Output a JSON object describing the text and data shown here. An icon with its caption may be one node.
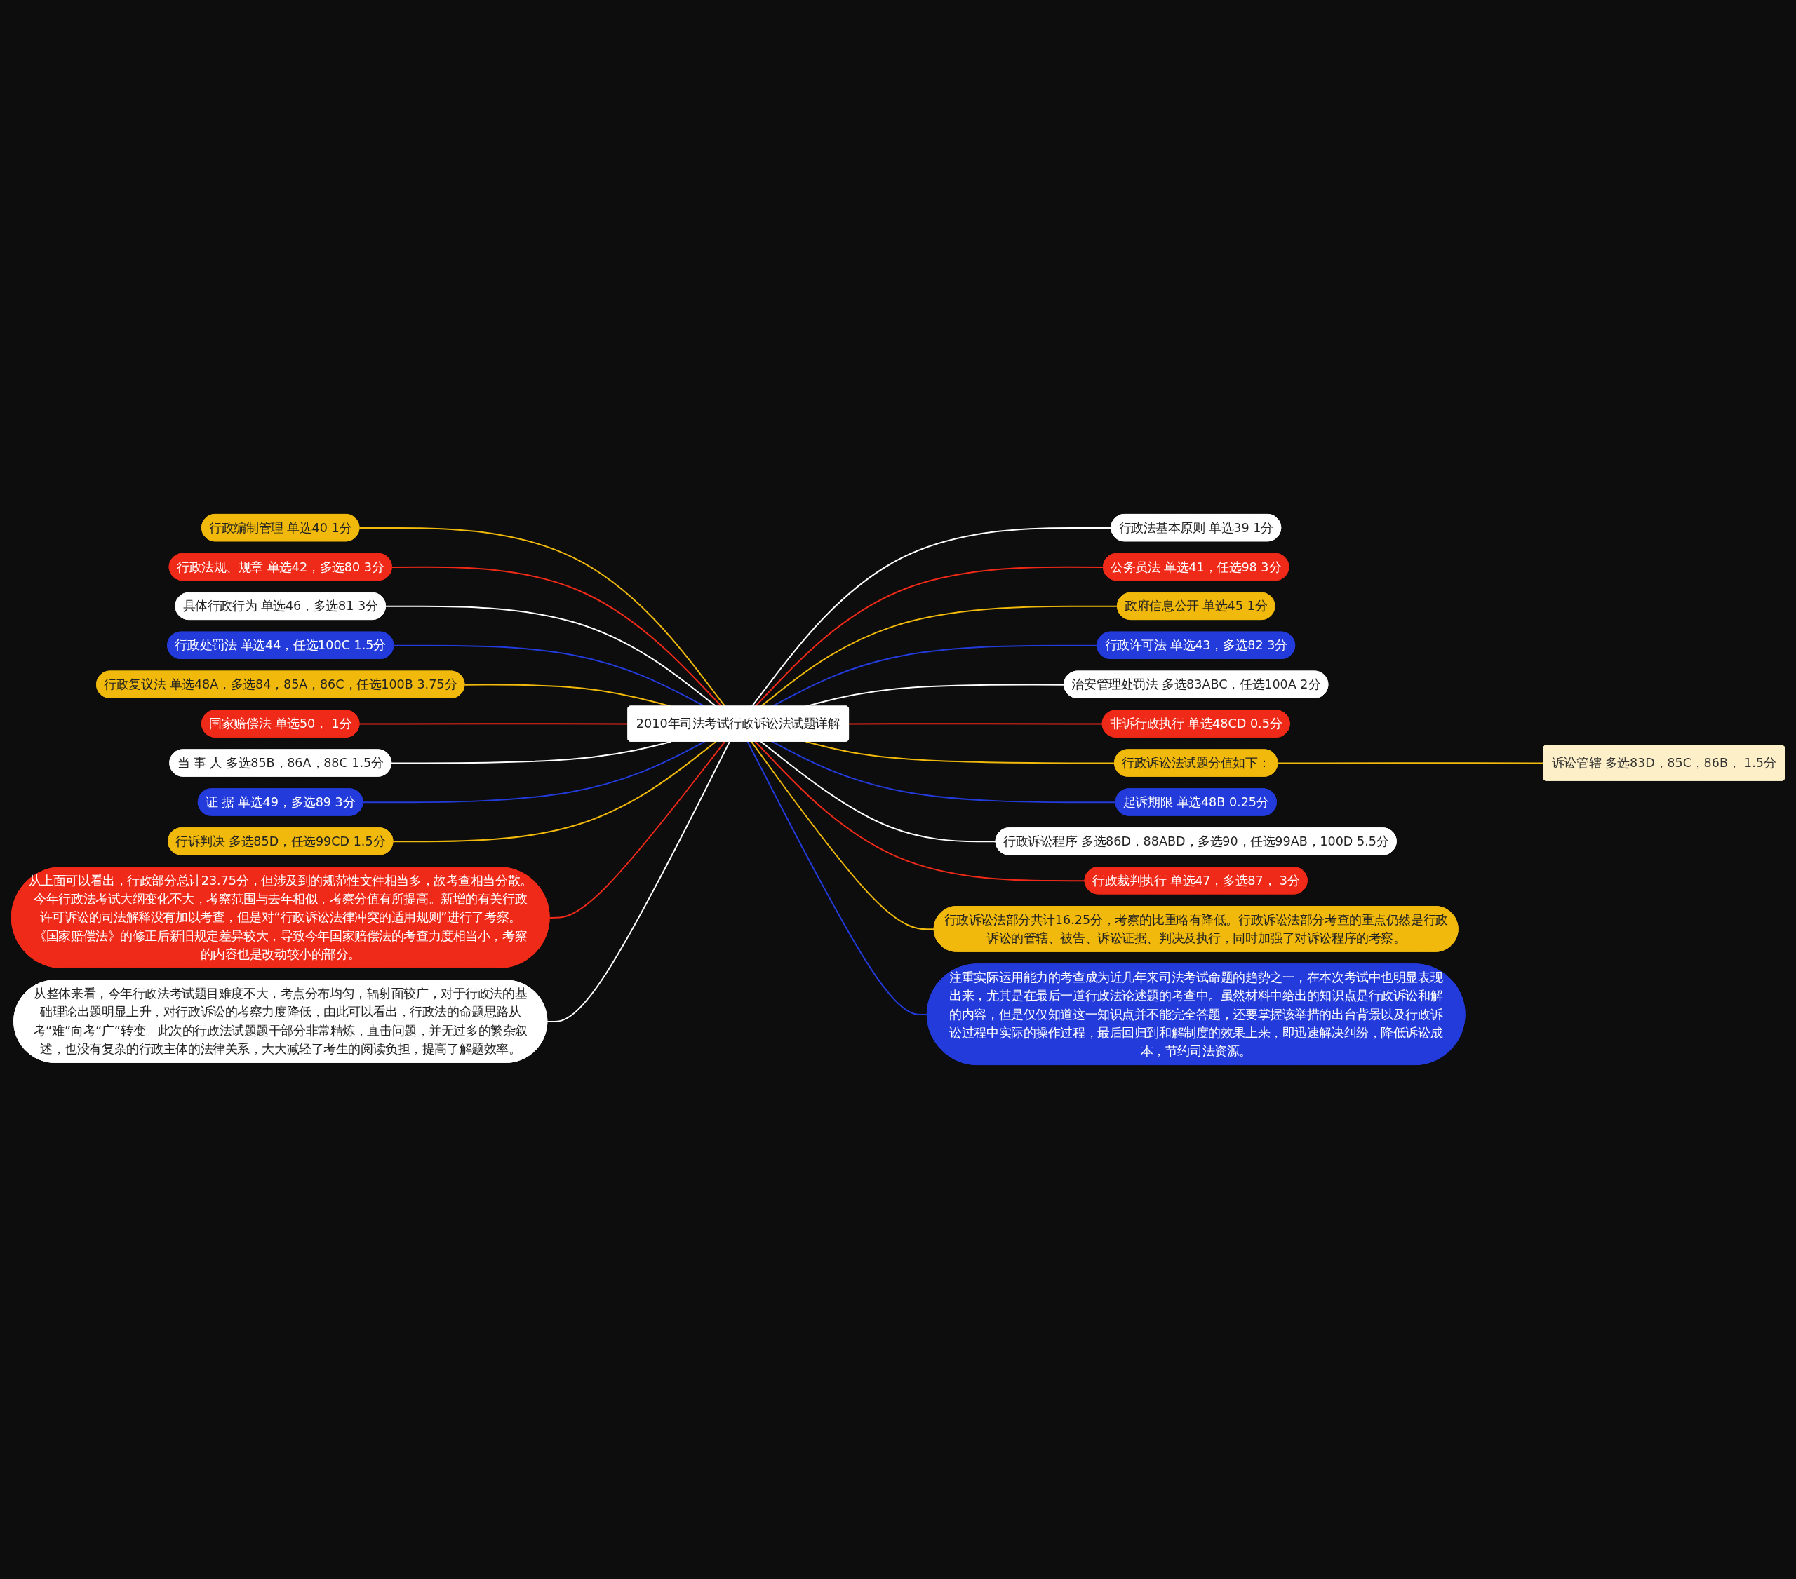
{
  "diagram": {
    "nodes": [
      {
        "text": [
          "2010年司法考试行政诉讼法试题详解"
        ]
      },
      {
        "text": [
          "行政编制管理 单选40 1分"
        ]
      },
      {
        "text": [
          "行政法规、规章 单选42，多选80 3分"
        ]
      },
      {
        "text": [
          "具体行政行为 单选46，多选81 3分"
        ]
      },
      {
        "text": [
          "行政处罚法 单选44，任选100C 1.5分"
        ]
      },
      {
        "text": [
          "行政复议法 单选48A，多选84，85A，86C，任选100B 3.75分"
        ]
      },
      {
        "text": [
          "国家赔偿法 单选50， 1分"
        ]
      },
      {
        "text": [
          "当 事 人 多选85B，86A，88C 1.5分"
        ]
      },
      {
        "text": [
          "证 据 单选49，多选89 3分"
        ]
      },
      {
        "text": [
          "行诉判决 多选85D，任选99CD 1.5分"
        ]
      },
      {
        "text": [
          "从上面可以看出，行政部分总计23.75分，但涉及到的规范性文件相当多，故考查相当分散。今年行政法考试大纲变化不大，考察范围与去年相似，考察分值有所提高。新增的有关行政许可诉讼的司法解释没有加以考查，但是对“行政诉讼法律冲突的适用规则”进行了考察。《国家赔偿法》的修正后新旧规定差异较大，导致今年国家赔偿法的考查力度相当小，考察的内容也是改动较小的部分。"
        ]
      },
      {
        "text": [
          "从整体来看，今年行政法考试题目难度不大，考点分布均匀，辐射面较广，对于行政法的基础理论出题明显上升，对行政诉讼的考察力度降低，由此可以看出，行政法的命题思路从考“难”向考“广”转变。此次的行政法试题题干部分非常精炼，直击问题，并无过多的繁杂叙述，也没有复杂的行政主体的法律关系，大大减轻了考生的阅读负担，提高了解题效率。"
        ]
      },
      {
        "text": [
          "行政法基本原则 单选39 1分"
        ]
      },
      {
        "text": [
          "公务员法 单选41，任选98 3分"
        ]
      },
      {
        "text": [
          "政府信息公开 单选45 1分"
        ]
      },
      {
        "text": [
          "行政许可法 单选43，多选82 3分"
        ]
      },
      {
        "text": [
          "治安管理处罚法 多选83ABC，任选100A 2分"
        ]
      },
      {
        "text": [
          "非诉行政执行 单选48CD 0.5分"
        ]
      },
      {
        "text": [
          "行政诉讼法试题分值如下："
        ]
      },
      {
        "text": [
          "诉讼管辖 多选83D，85C，86B， 1.5分"
        ]
      },
      {
        "text": [
          "起诉期限 单选48B 0.25分"
        ]
      },
      {
        "text": [
          "行政诉讼程序 多选86D，88ABD，多选90，任选99AB，100D 5.5分"
        ]
      },
      {
        "text": [
          "行政裁判执行 单选47，多选87， 3分"
        ]
      },
      {
        "text": [
          "行政诉讼法部分共计16.25分，考察的比重略有降低。行政诉讼法部分考查的重点仍然是行政诉讼的管辖、被告、诉讼证据、判决及执行，同时加强了对诉讼程序的考察。"
        ]
      },
      {
        "text": [
          "注重实际运用能力的考查成为近几年来司法考试命题的趋势之一，在本次考试中也明显表现出来，尤其是在最后一道行政法论述题的考查中。虽然材料中给出的知识点是行政诉讼和解的内容，但是仅仅知道这一知识点并不能完全答题，还要掌握该举措的出台背景以及行政诉讼过程中实际的操作过程，最后回归到和解制度的效果上来，即迅速解决纠纷，降低诉讼成本，节约司法资源。"
        ]
      }
    ],
    "edges": [
      {
        "from": 1,
        "to": 0,
        "arrow": "none",
        "color": "#f0b90b"
      },
      {
        "from": 2,
        "to": 0,
        "arrow": "none",
        "color": "#f02a18"
      },
      {
        "from": 3,
        "to": 0,
        "arrow": "none",
        "color": "#ffffff"
      },
      {
        "from": 4,
        "to": 0,
        "arrow": "none",
        "color": "#233bdb"
      },
      {
        "from": 5,
        "to": 0,
        "arrow": "none",
        "color": "#f0b90b"
      },
      {
        "from": 6,
        "to": 0,
        "arrow": "none",
        "color": "#f02a18"
      },
      {
        "from": 7,
        "to": 0,
        "arrow": "none",
        "color": "#ffffff"
      },
      {
        "from": 8,
        "to": 0,
        "arrow": "none",
        "color": "#233bdb"
      },
      {
        "from": 9,
        "to": 0,
        "arrow": "none",
        "color": "#f0b90b"
      },
      {
        "from": 10,
        "to": 0,
        "arrow": "none",
        "color": "#f02a18"
      },
      {
        "from": 11,
        "to": 0,
        "arrow": "none",
        "color": "#ffffff"
      },
      {
        "from": 0,
        "to": 12,
        "arrow": "none",
        "color": "#ffffff"
      },
      {
        "from": 0,
        "to": 13,
        "arrow": "none",
        "color": "#f02a18"
      },
      {
        "from": 0,
        "to": 14,
        "arrow": "none",
        "color": "#f0b90b"
      },
      {
        "from": 0,
        "to": 15,
        "arrow": "none",
        "color": "#233bdb"
      },
      {
        "from": 0,
        "to": 16,
        "arrow": "none",
        "color": "#ffffff"
      },
      {
        "from": 0,
        "to": 17,
        "arrow": "none",
        "color": "#f02a18"
      },
      {
        "from": 0,
        "to": 18,
        "arrow": "none",
        "color": "#f0b90b"
      },
      {
        "from": 18,
        "to": 19,
        "arrow": "none",
        "color": "#f0b90b"
      },
      {
        "from": 0,
        "to": 20,
        "arrow": "none",
        "color": "#233bdb"
      },
      {
        "from": 0,
        "to": 21,
        "arrow": "none",
        "color": "#ffffff"
      },
      {
        "from": 0,
        "to": 22,
        "arrow": "none",
        "color": "#f02a18"
      },
      {
        "from": 0,
        "to": 23,
        "arrow": "none",
        "color": "#f0b90b"
      },
      {
        "from": 0,
        "to": 24,
        "arrow": "none",
        "color": "#233bdb"
      }
    ]
  }
}
